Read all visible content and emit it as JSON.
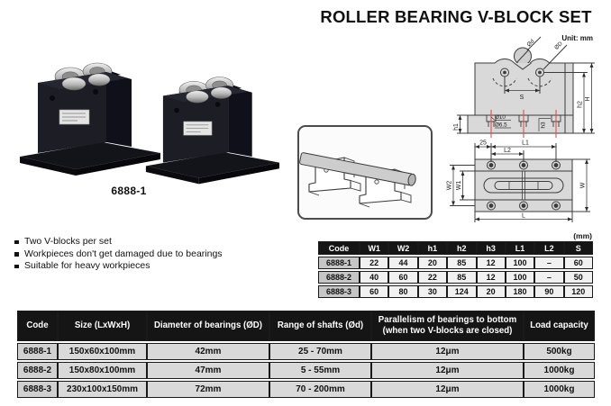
{
  "page": {
    "title": "ROLLER BEARING V-BLOCK SET",
    "unit_note": "Unit: mm",
    "dim_table_unit": "(mm)",
    "photo_caption": "6888-1"
  },
  "features": [
    "Two V-blocks per set",
    "Workpieces don't get damaged due to bearings",
    "Suitable for heavy workpieces"
  ],
  "dim_table": {
    "headers": [
      "Code",
      "W1",
      "W2",
      "h1",
      "h2",
      "h3",
      "L1",
      "L2",
      "S"
    ],
    "rows": [
      [
        "6888-1",
        "22",
        "44",
        "20",
        "85",
        "12",
        "100",
        "–",
        "60"
      ],
      [
        "6888-2",
        "40",
        "60",
        "22",
        "85",
        "12",
        "100",
        "–",
        "50"
      ],
      [
        "6888-3",
        "60",
        "80",
        "30",
        "124",
        "20",
        "180",
        "90",
        "120"
      ]
    ]
  },
  "spec_table": {
    "headers": [
      "Code",
      "Size (LxWxH)",
      "Diameter of bearings (ØD)",
      "Range of shafts (Ød)",
      "Parallelism of bearings to bottom\n(when two V-blocks are closed)",
      "Load capacity"
    ],
    "rows": [
      [
        "6888-1",
        "150x60x100mm",
        "42mm",
        "25 - 70mm",
        "12μm",
        "500kg"
      ],
      [
        "6888-2",
        "150x80x100mm",
        "47mm",
        "5 - 55mm",
        "12μm",
        "1000kg"
      ],
      [
        "6888-3",
        "230x100x150mm",
        "72mm",
        "70 - 200mm",
        "12μm",
        "1000kg"
      ]
    ]
  },
  "drawings": {
    "front_view": {
      "shaft_dia": "Ød",
      "bearing_dia": "ØD",
      "spacing": "S",
      "h1": "h1",
      "h2": "h2",
      "height": "H",
      "h3": "h3",
      "counterbore": "Ø10",
      "through_hole": "Ø6.5"
    },
    "top_view": {
      "edge_offset": "25",
      "l1": "L1",
      "l2": "L2",
      "w1": "W1",
      "w2": "W2",
      "width": "W",
      "length": "L"
    }
  },
  "colors": {
    "table_header_bg": "#151515",
    "dim_value_bg": "#f1f1f1",
    "spec_value_bg": "#d9d9d9",
    "code_cell_bg": "#c6c6c6",
    "drawing_fill": "#d9d9d9",
    "centerline_red": "#e05050",
    "product_black": "#17171c"
  }
}
